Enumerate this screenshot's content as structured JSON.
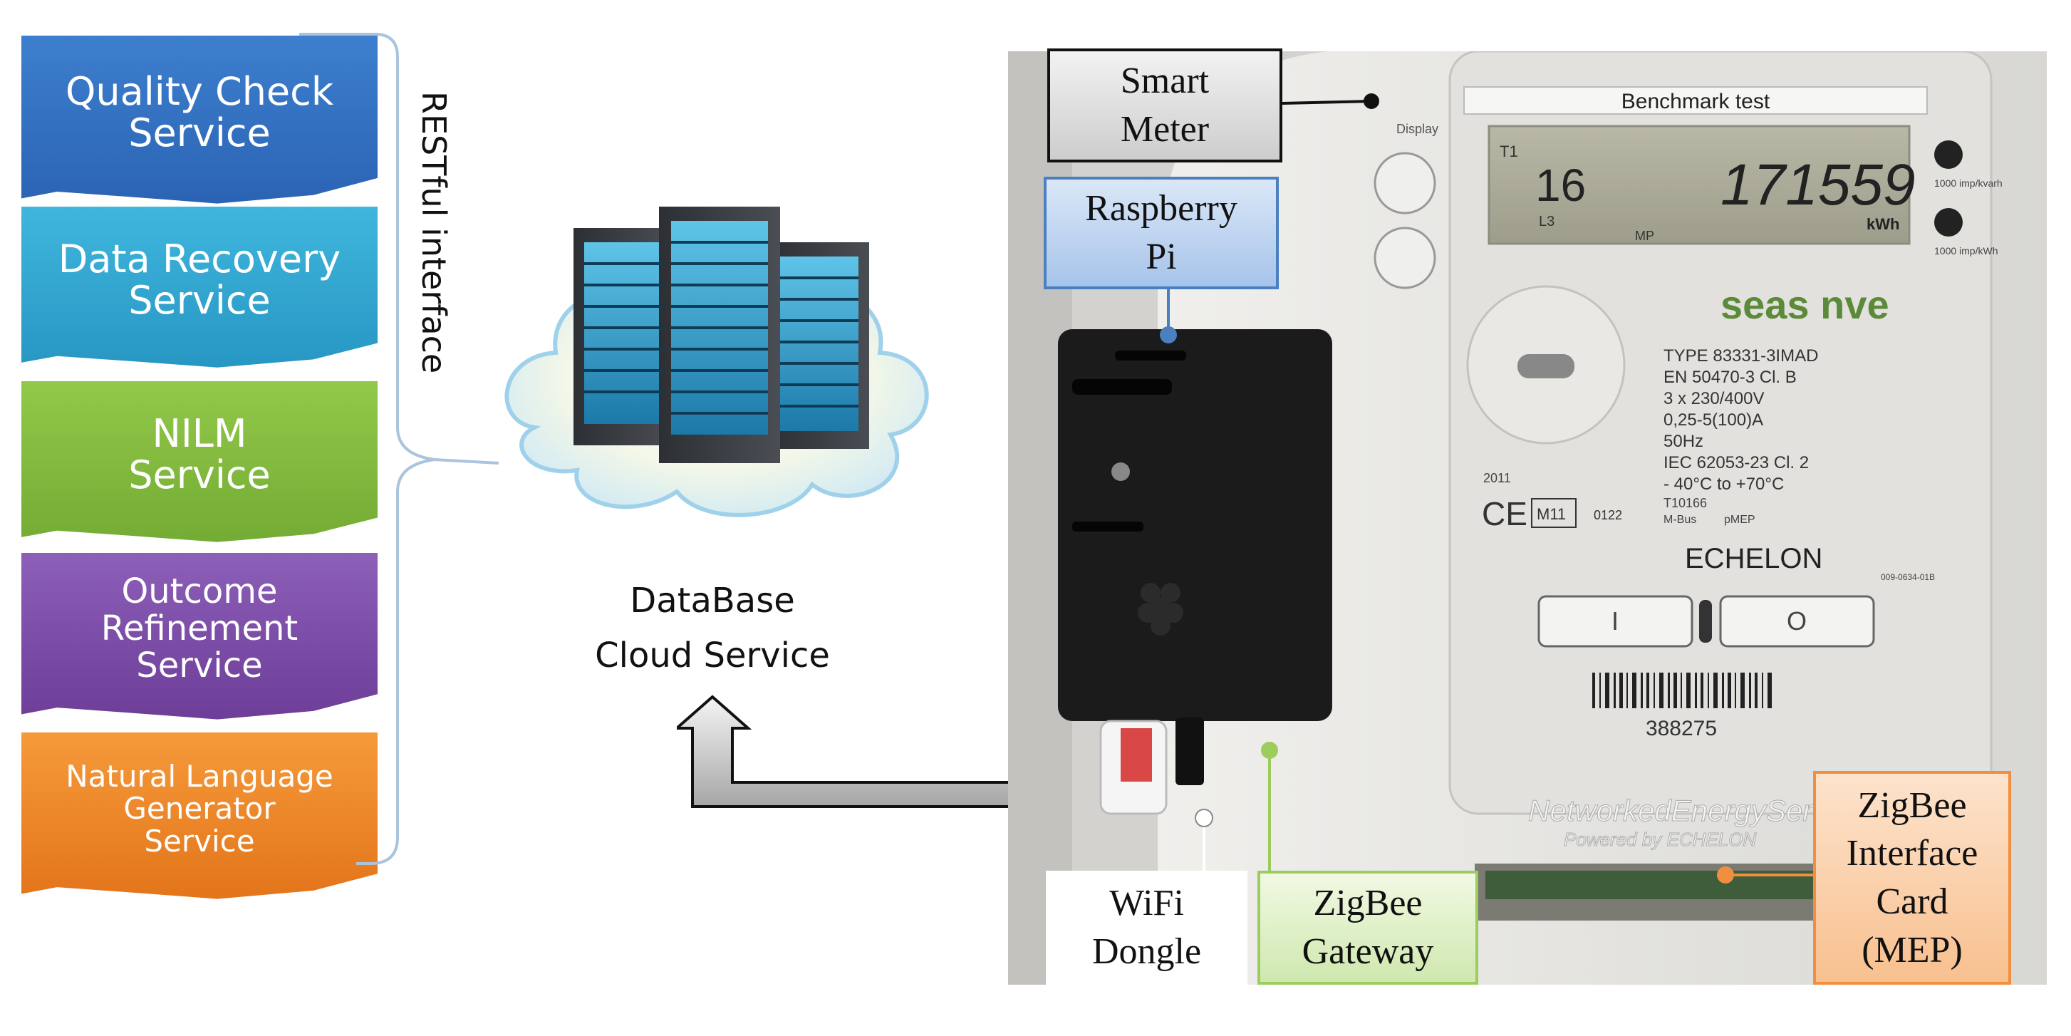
{
  "services": [
    {
      "label": "Quality Check\nService"
    },
    {
      "label": "Data Recovery\nService"
    },
    {
      "label": "NILM\nService"
    },
    {
      "label": "Outcome\nRefinement\nService"
    },
    {
      "label": "Natural Language\nGenerator\nService"
    }
  ],
  "restful_label": "RESTful interface",
  "cloud": {
    "line1": "DataBase",
    "line2": "Cloud Service"
  },
  "callouts": {
    "smart_meter": "Smart\nMeter",
    "raspberry_pi": "Raspberry\nPi",
    "wifi_dongle": "WiFi\nDongle",
    "zigbee_gateway": "ZigBee\nGateway",
    "zigbee_card": "ZigBee\nInterface\nCard\n(MEP)"
  },
  "meter": {
    "benchmark": "Benchmark test",
    "display_label": "Display",
    "reading": "171559",
    "unit": "kWh",
    "t1": "T1",
    "code": "16",
    "l3": "L3",
    "mp": "MP",
    "brand": "seas nve",
    "specs": [
      "TYPE 83331-3IMAD",
      "EN 50470-3 Cl. B",
      "3 x 230/400V",
      "0,25-5(100)A",
      "50Hz",
      "IEC 62053-23 Cl. 2",
      "- 40°C to +70°C"
    ],
    "year": "2011",
    "ce": "CE",
    "m11": "M11",
    "num_0122": "0122",
    "t10166": "T10166",
    "mbus": "M-Bus",
    "pmep": "pMEP",
    "echelon": "ECHELON",
    "serial_small": "009-0634-01B",
    "imp_kvarh": "1000 imp/kvarh",
    "imp_kwh": "1000 imp/kWh",
    "barcode_number": "388275",
    "nes_line1": "NetworkedEnergyServices",
    "nes_line2": "Powered by ECHELON",
    "btn_left": "I",
    "btn_right": "O"
  },
  "colors": {
    "quality_check": "#2b63b4",
    "data_recovery": "#2796c3",
    "nilm": "#73ab34",
    "outcome_refinement": "#6d3d98",
    "nlg": "#e3741a",
    "brace": "#a9c4dc",
    "raspberry_border": "#4a7fc0",
    "zigbee_gateway_border": "#9dcc5e",
    "zigbee_card_border": "#f08f3f"
  }
}
